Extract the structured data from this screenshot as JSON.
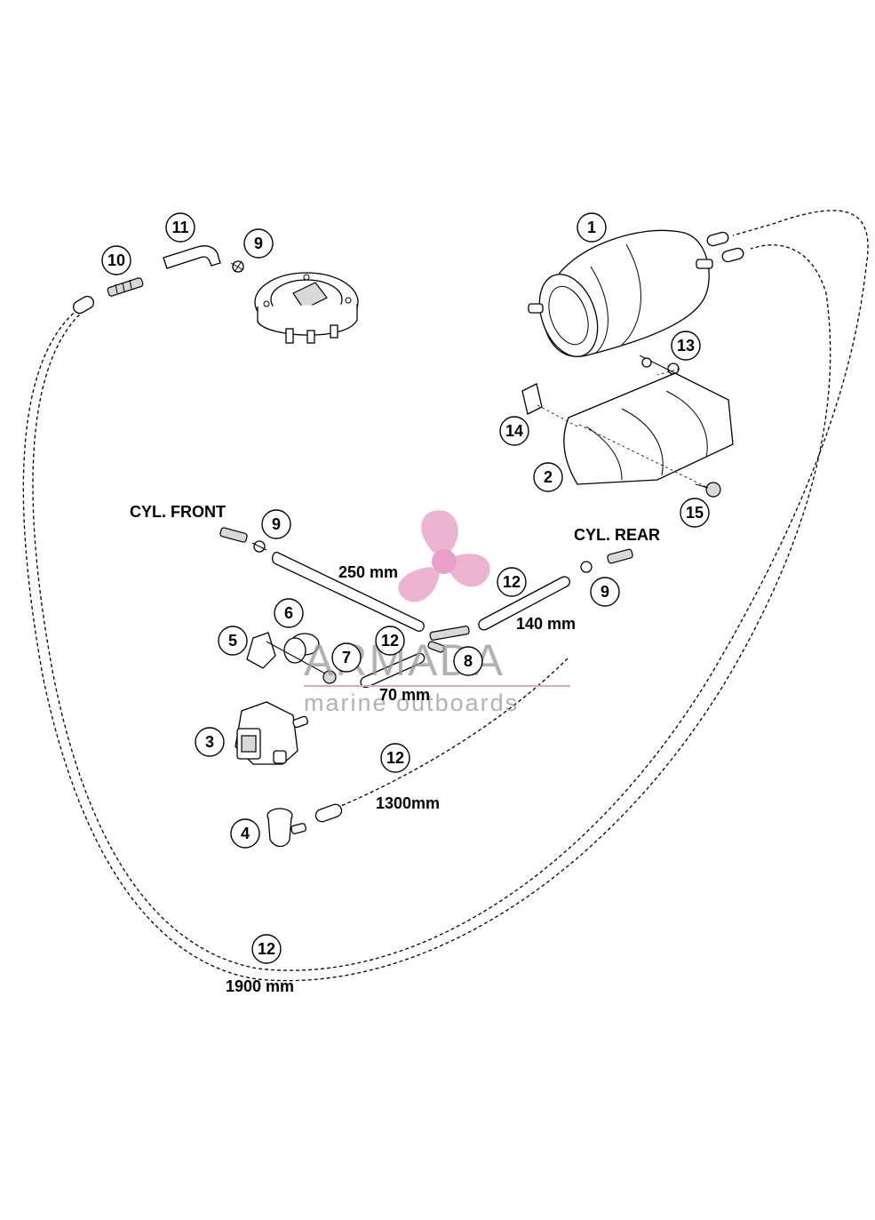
{
  "labels": {
    "cyl_front": "CYL. FRONT",
    "cyl_rear": "CYL. REAR"
  },
  "dimensions": {
    "hose_250": "250 mm",
    "hose_140": "140 mm",
    "hose_70": "70 mm",
    "hose_1300": "1300mm",
    "hose_1900": "1900 mm"
  },
  "callouts": {
    "c1": "1",
    "c2": "2",
    "c3": "3",
    "c4": "4",
    "c5": "5",
    "c6": "6",
    "c7": "7",
    "c8": "8",
    "c9a": "9",
    "c9b": "9",
    "c9c": "9",
    "c10": "10",
    "c11": "11",
    "c12a": "12",
    "c12b": "12",
    "c12c": "12",
    "c12d": "12",
    "c13": "13",
    "c14": "14",
    "c15": "15"
  },
  "watermark": {
    "brand": "ARMADA",
    "tagline": "marine outboards",
    "accent_color": "#e8a0c8"
  }
}
